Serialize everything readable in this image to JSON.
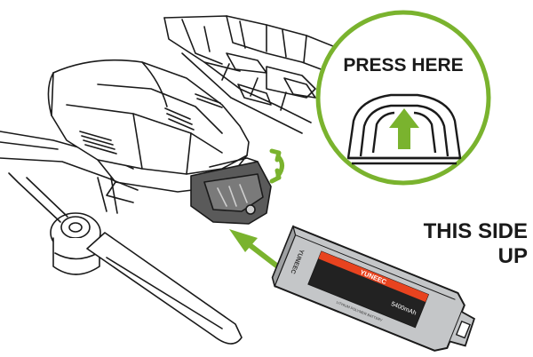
{
  "callout": {
    "text": "PRESS HERE"
  },
  "orientation": {
    "line1": "THIS SIDE",
    "line2": "UP"
  },
  "battery": {
    "brand_top": "YUNEEC",
    "brand_end": "YUNEEC",
    "spec_small": "LITHIUM POLYMER BATTERY",
    "capacity": "5400mAh"
  },
  "colors": {
    "accent": "#7ab32e",
    "outline": "#1a1a1a",
    "battery_body": "#b9bbbd",
    "battery_label": "#222222",
    "label_stripe": "#e8431f",
    "dark_part": "#555555"
  },
  "icons": {
    "arrow_up": "arrow-up-icon",
    "insert_arrow": "arrow-diagonal-icon",
    "rotate_arrows": "rotate-icon"
  }
}
